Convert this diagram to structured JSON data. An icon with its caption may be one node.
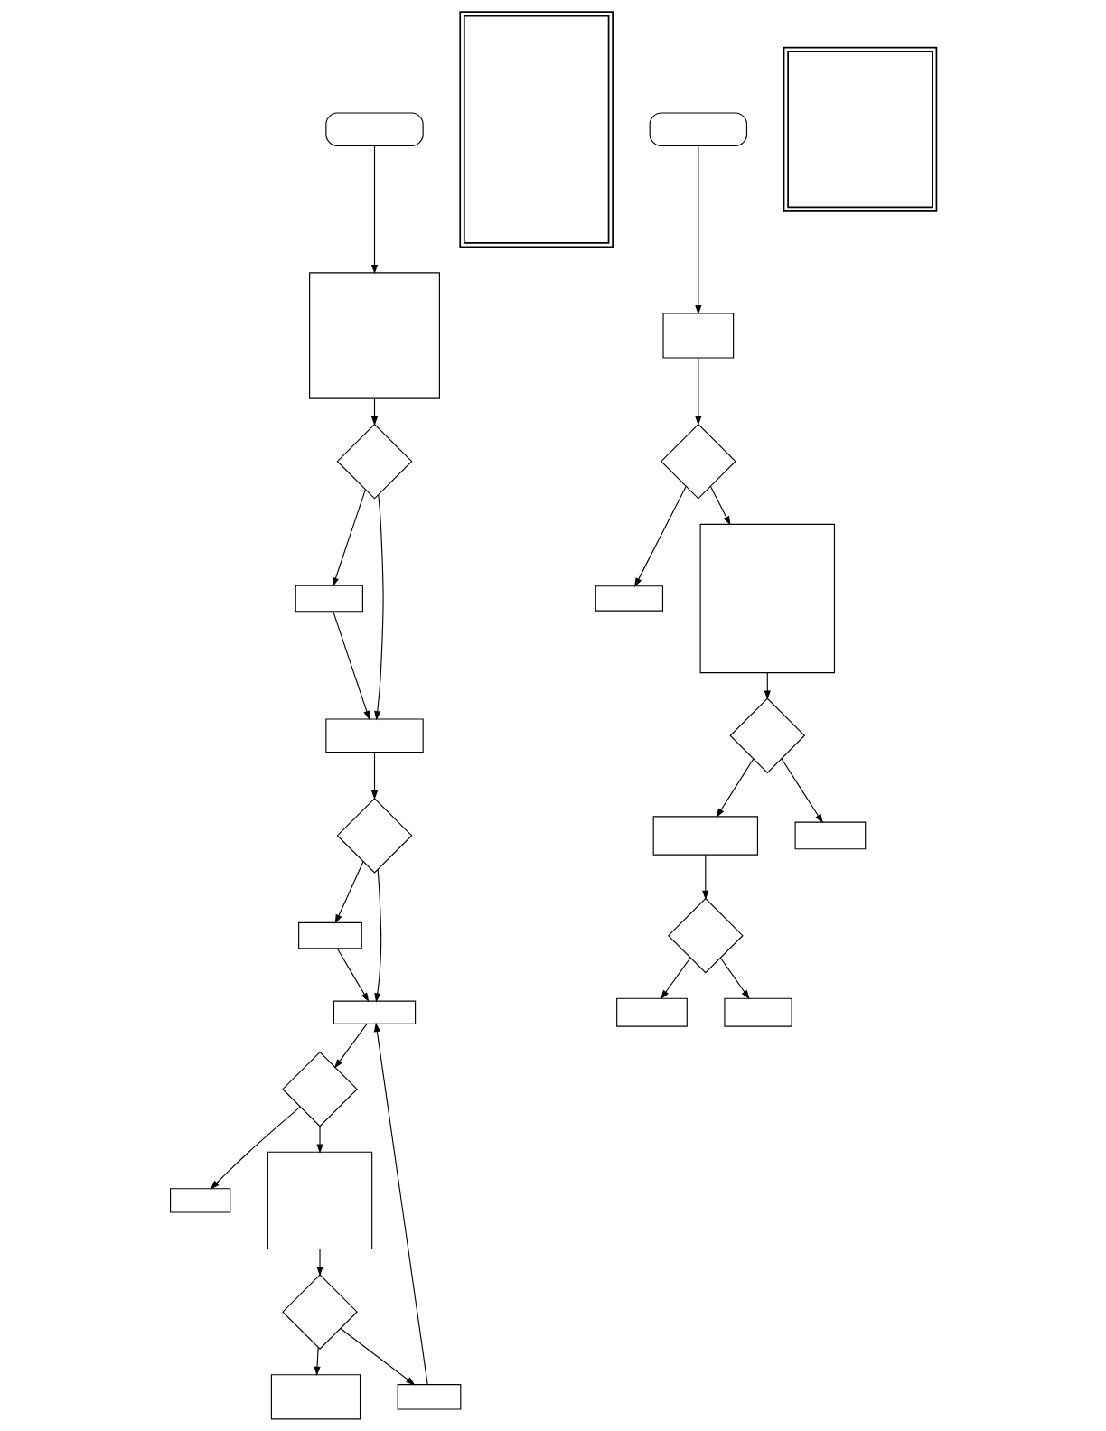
{
  "diagram": {
    "nodes": [
      {
        "text": [],
        "shape": "rounded"
      },
      {
        "text": [],
        "shape": "box"
      },
      {
        "text": [],
        "shape": "diamond"
      },
      {
        "text": [],
        "shape": "box"
      },
      {
        "text": [],
        "shape": "box"
      },
      {
        "text": [],
        "shape": "diamond"
      },
      {
        "text": [],
        "shape": "box"
      },
      {
        "text": [],
        "shape": "box"
      },
      {
        "text": [],
        "shape": "diamond"
      },
      {
        "text": [],
        "shape": "box"
      },
      {
        "text": [],
        "shape": "box"
      },
      {
        "text": [],
        "shape": "diamond"
      },
      {
        "text": [],
        "shape": "box"
      },
      {
        "text": [],
        "shape": "box"
      },
      {
        "text": [],
        "shape": "frame"
      },
      {
        "text": [],
        "shape": "rounded"
      },
      {
        "text": [],
        "shape": "box"
      },
      {
        "text": [],
        "shape": "diamond"
      },
      {
        "text": [],
        "shape": "box"
      },
      {
        "text": [],
        "shape": "box"
      },
      {
        "text": [],
        "shape": "diamond"
      },
      {
        "text": [],
        "shape": "box"
      },
      {
        "text": [],
        "shape": "box"
      },
      {
        "text": [],
        "shape": "diamond"
      },
      {
        "text": [],
        "shape": "box"
      },
      {
        "text": [],
        "shape": "box"
      },
      {
        "text": [],
        "shape": "frame"
      }
    ],
    "edges": [
      {
        "from": 0,
        "to": 1,
        "arrow": "to"
      },
      {
        "from": 1,
        "to": 2,
        "arrow": "to"
      },
      {
        "from": 2,
        "to": 3,
        "arrow": "to"
      },
      {
        "from": 2,
        "to": 4,
        "arrow": "to"
      },
      {
        "from": 3,
        "to": 4,
        "arrow": "to"
      },
      {
        "from": 4,
        "to": 5,
        "arrow": "to"
      },
      {
        "from": 5,
        "to": 6,
        "arrow": "to"
      },
      {
        "from": 5,
        "to": 7,
        "arrow": "to"
      },
      {
        "from": 6,
        "to": 7,
        "arrow": "to"
      },
      {
        "from": 7,
        "to": 8,
        "arrow": "to"
      },
      {
        "from": 8,
        "to": 9,
        "arrow": "to"
      },
      {
        "from": 8,
        "to": 10,
        "arrow": "to"
      },
      {
        "from": 10,
        "to": 11,
        "arrow": "to"
      },
      {
        "from": 11,
        "to": 12,
        "arrow": "to"
      },
      {
        "from": 11,
        "to": 13,
        "arrow": "to"
      },
      {
        "from": 13,
        "to": 7,
        "arrow": "to"
      },
      {
        "from": 15,
        "to": 16,
        "arrow": "to"
      },
      {
        "from": 16,
        "to": 17,
        "arrow": "to"
      },
      {
        "from": 17,
        "to": 18,
        "arrow": "to"
      },
      {
        "from": 17,
        "to": 19,
        "arrow": "to"
      },
      {
        "from": 19,
        "to": 20,
        "arrow": "to"
      },
      {
        "from": 20,
        "to": 21,
        "arrow": "to"
      },
      {
        "from": 20,
        "to": 22,
        "arrow": "to"
      },
      {
        "from": 21,
        "to": 23,
        "arrow": "to"
      },
      {
        "from": 23,
        "to": 24,
        "arrow": "to"
      },
      {
        "from": 23,
        "to": 25,
        "arrow": "to"
      }
    ]
  }
}
